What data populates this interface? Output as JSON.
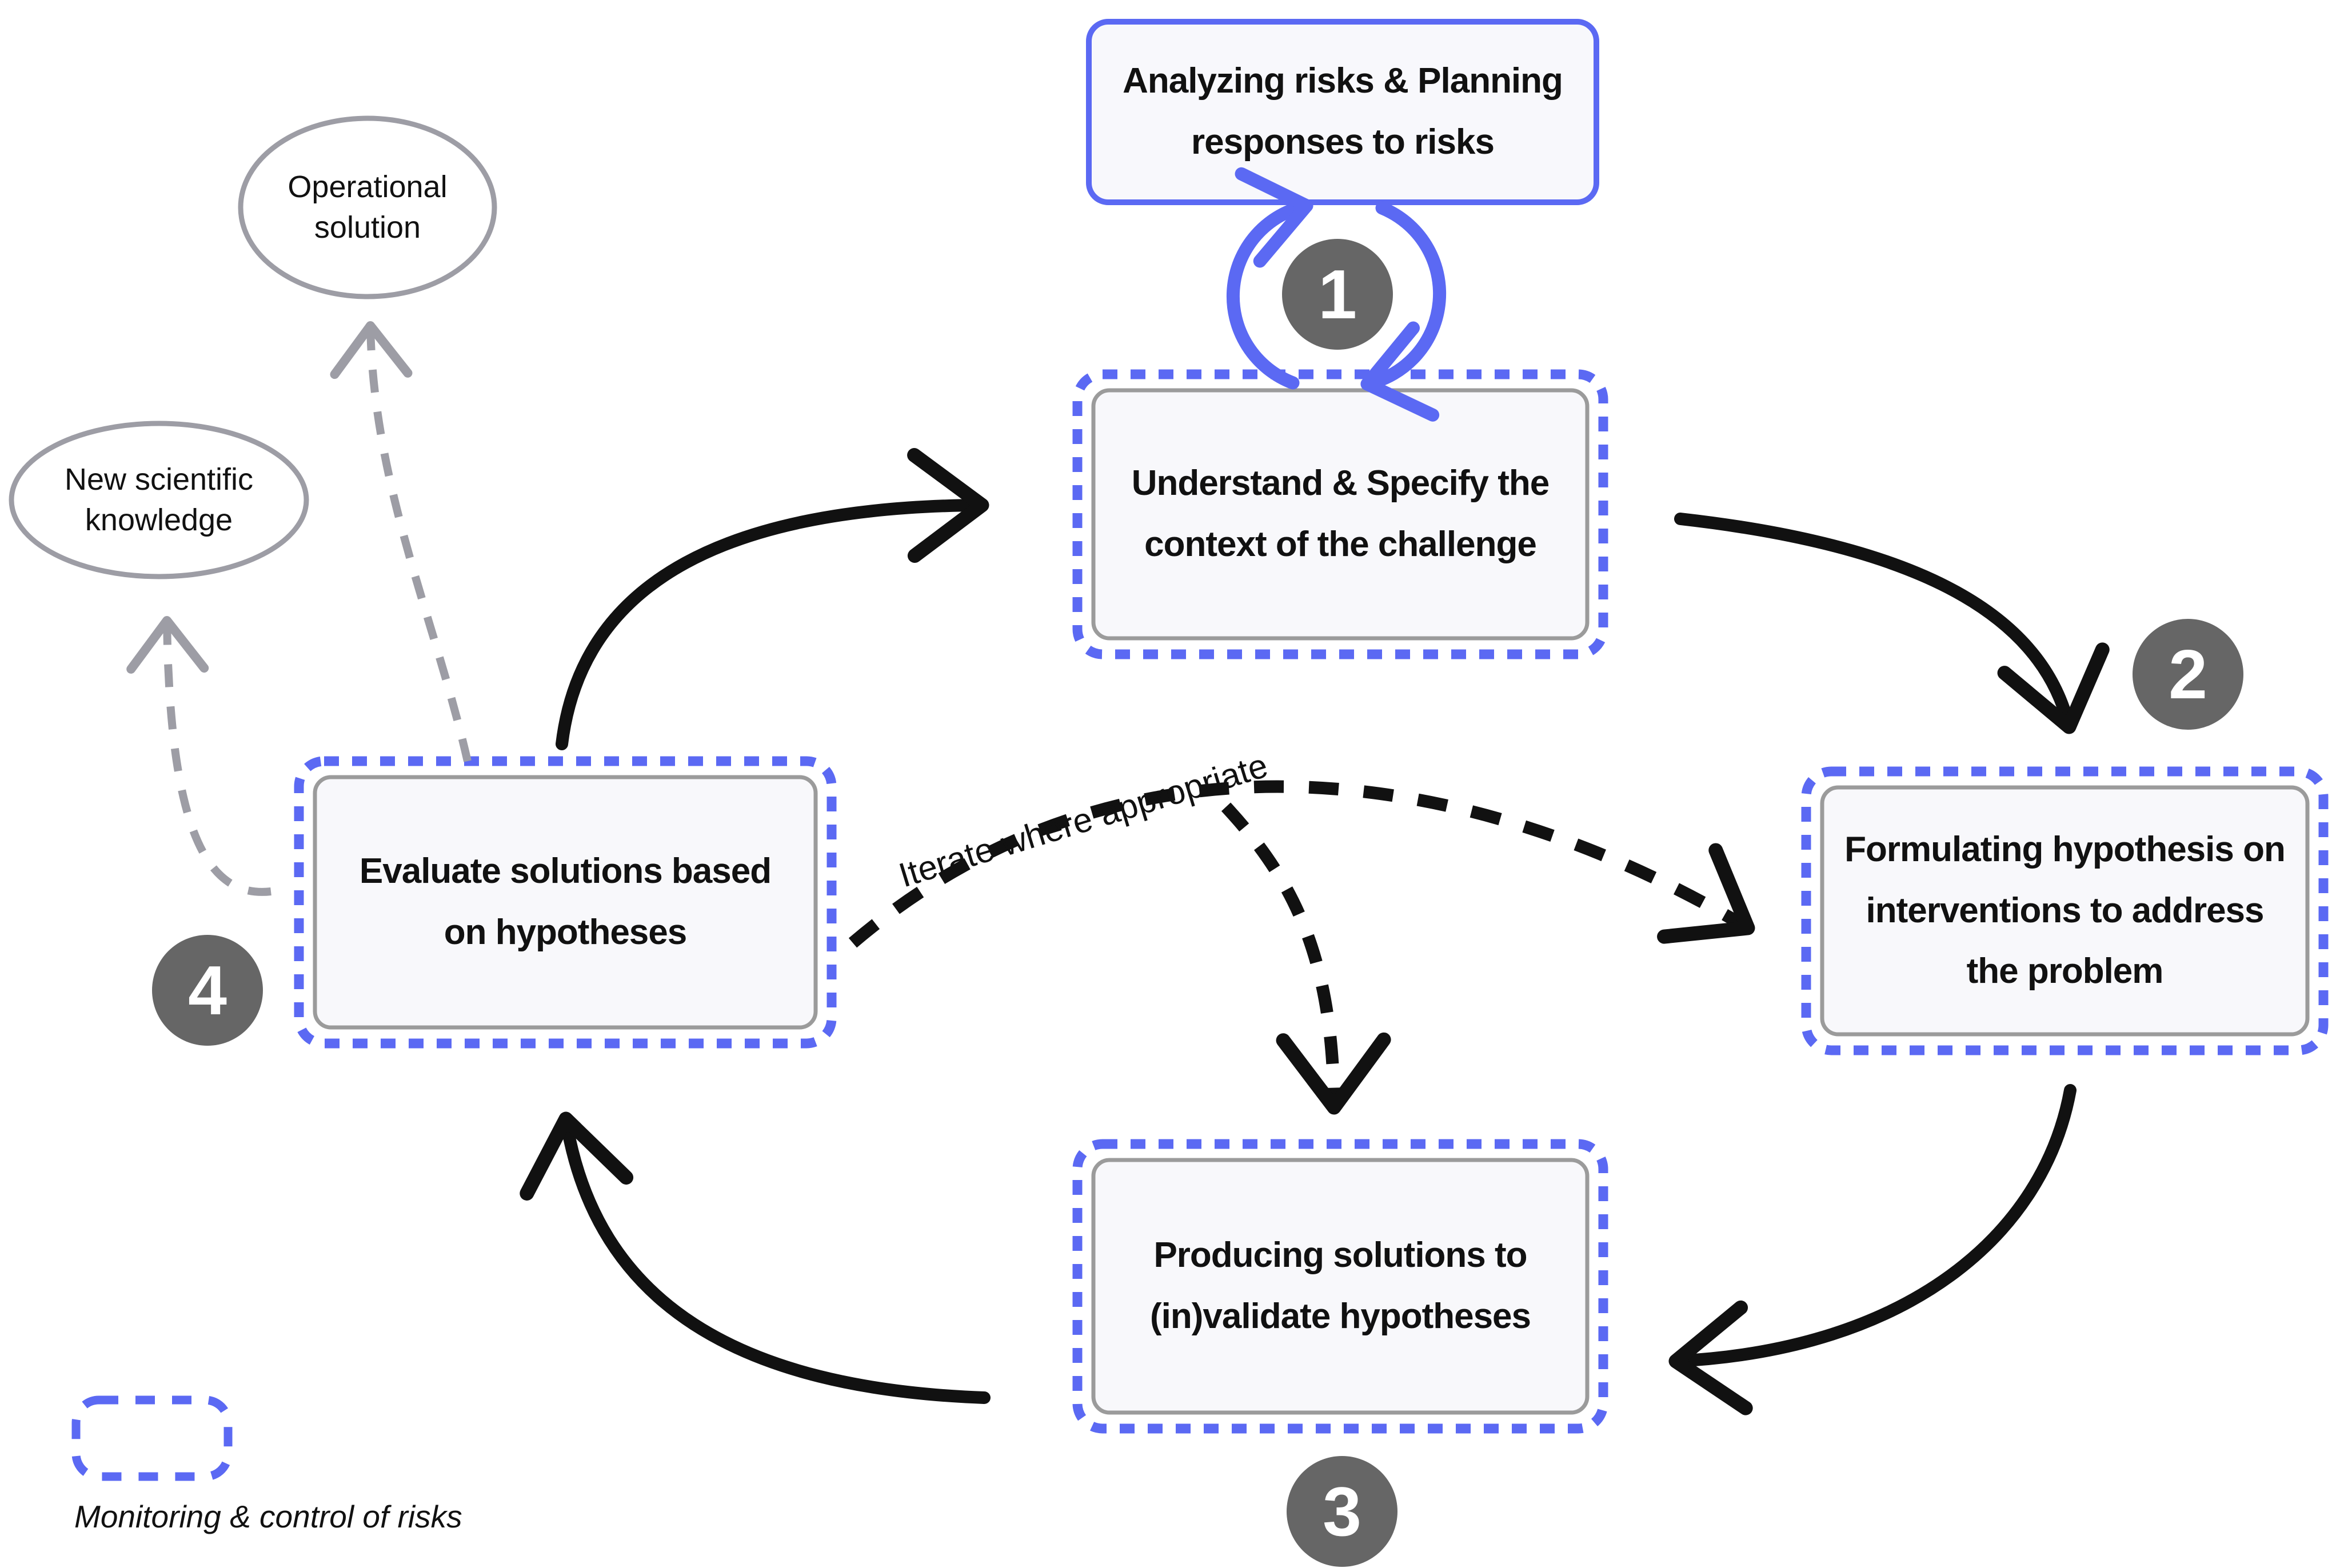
{
  "diagram": {
    "risk_box": {
      "label": "Analyzing risks & Planning\nresponses to risks"
    },
    "steps": [
      {
        "number": "1",
        "label": "Understand & Specify the\ncontext of the challenge"
      },
      {
        "number": "2",
        "label": "Formulating hypothesis on\ninterventions to address\nthe problem"
      },
      {
        "number": "3",
        "label": "Producing solutions to\n(in)validate hypotheses"
      },
      {
        "number": "4",
        "label": "Evaluate solutions based\non hypotheses"
      }
    ],
    "outcomes": [
      {
        "label": "Operational\nsolution"
      },
      {
        "label": "New scientific\nknowledge"
      }
    ],
    "iterate_label": "Iterate where appropriate",
    "legend": {
      "label": "Monitoring & control of risks"
    },
    "colors": {
      "accent_blue": "#5B69F3",
      "step_circle_gray": "#666666",
      "outline_gray": "#9D9DA5",
      "box_border_gray": "#9B9B9B",
      "box_fill": "#F8F8FB",
      "text": "#111111"
    }
  }
}
